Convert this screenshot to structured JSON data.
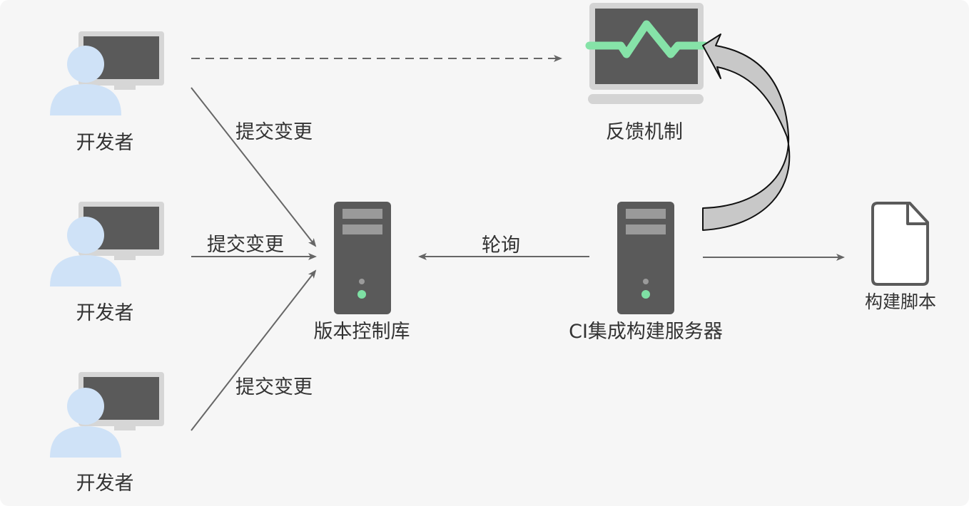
{
  "developers": [
    {
      "label": "开发者"
    },
    {
      "label": "开发者"
    },
    {
      "label": "开发者"
    }
  ],
  "edges": {
    "commit_top": "提交变更",
    "commit_middle": "提交变更",
    "commit_bottom": "提交变更",
    "poll": "轮询"
  },
  "nodes": {
    "vcs": "版本控制库",
    "ci_server": "CI集成构建服务器",
    "feedback": "反馈机制",
    "build_script": "构建脚本"
  },
  "colors": {
    "background": "#f6f6f6",
    "monitor": "#5a5a5a",
    "monitor_frame": "#d4d4d4",
    "person": "#cfe2f7",
    "server": "#5a5a5a",
    "led_green": "#7ee0a4",
    "signal_line": "#86e3a8",
    "arrow": "#666666",
    "curved_arrow_fill": "#c8c8c8"
  }
}
